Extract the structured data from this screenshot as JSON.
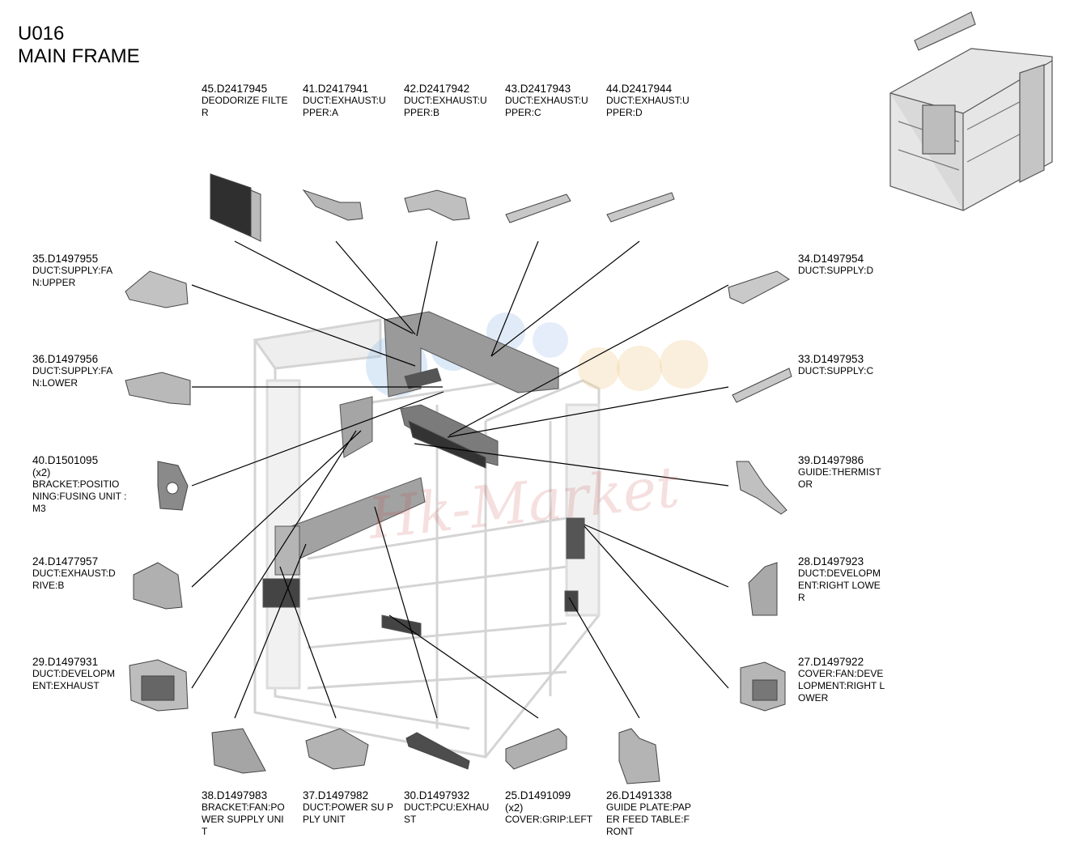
{
  "header": {
    "code": "U016",
    "title": "MAIN FRAME"
  },
  "parts": {
    "p45": {
      "pn": "45.D2417945",
      "qty": "",
      "desc": "DEODORIZE FILTE R"
    },
    "p41": {
      "pn": "41.D2417941",
      "qty": "",
      "desc": "DUCT:EXHAUST:U PPER:A"
    },
    "p42": {
      "pn": "42.D2417942",
      "qty": "",
      "desc": "DUCT:EXHAUST:U PPER:B"
    },
    "p43": {
      "pn": "43.D2417943",
      "qty": "",
      "desc": "DUCT:EXHAUST:U PPER:C"
    },
    "p44": {
      "pn": "44.D2417944",
      "qty": "",
      "desc": "DUCT:EXHAUST:U PPER:D"
    },
    "p35": {
      "pn": "35.D1497955",
      "qty": "",
      "desc": "DUCT:SUPPLY:FA N:UPPER"
    },
    "p36": {
      "pn": "36.D1497956",
      "qty": "",
      "desc": "DUCT:SUPPLY:FA N:LOWER"
    },
    "p40": {
      "pn": "40.D1501095",
      "qty": "(x2)",
      "desc": "BRACKET:POSITIO NING:FUSING UNIT :M3"
    },
    "p24": {
      "pn": "24.D1477957",
      "qty": "",
      "desc": "DUCT:EXHAUST:D RIVE:B"
    },
    "p29": {
      "pn": "29.D1497931",
      "qty": "",
      "desc": "DUCT:DEVELOPM ENT:EXHAUST"
    },
    "p34": {
      "pn": "34.D1497954",
      "qty": "",
      "desc": "DUCT:SUPPLY:D"
    },
    "p33": {
      "pn": "33.D1497953",
      "qty": "",
      "desc": "DUCT:SUPPLY:C"
    },
    "p39": {
      "pn": "39.D1497986",
      "qty": "",
      "desc": "GUIDE:THERMIST OR"
    },
    "p28": {
      "pn": "28.D1497923",
      "qty": "",
      "desc": "DUCT:DEVELOPM ENT:RIGHT LOWE R"
    },
    "p27": {
      "pn": "27.D1497922",
      "qty": "",
      "desc": "COVER:FAN:DEVE LOPMENT:RIGHT L OWER"
    },
    "p38": {
      "pn": "38.D1497983",
      "qty": "",
      "desc": "BRACKET:FAN:PO WER SUPPLY UNI T"
    },
    "p37": {
      "pn": "37.D1497982",
      "qty": "",
      "desc": "DUCT:POWER SU PPLY UNIT"
    },
    "p30": {
      "pn": "30.D1497932",
      "qty": "",
      "desc": "DUCT:PCU:EXHAU ST"
    },
    "p25": {
      "pn": "25.D1491099",
      "qty": "(x2)",
      "desc": "COVER:GRIP:LEFT"
    },
    "p26": {
      "pn": "26.D1491338",
      "qty": "",
      "desc": "GUIDE PLATE:PAP ER FEED TABLE:F RONT"
    }
  },
  "watermark": "Hk-Market",
  "colors": {
    "part_fill": "#c9c9c9",
    "part_dark": "#4a4a4a",
    "frame_ghost": "#d8d8d8",
    "leader": "#000000"
  }
}
